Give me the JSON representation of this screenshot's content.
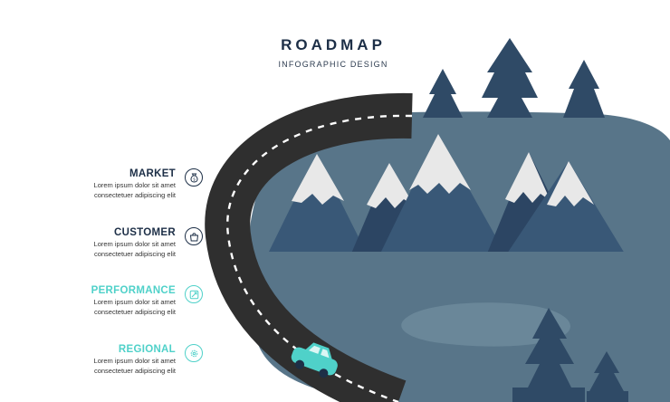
{
  "header": {
    "title": "ROADMAP",
    "subtitle": "INFOGRAPHIC DESIGN"
  },
  "colors": {
    "dark_label": "#1d2f47",
    "accent": "#4fd1c9",
    "road": "#2f2f2f",
    "lake": "#587589",
    "tree": "#2f4a66",
    "mountain_dark": "#2c4563",
    "mountain_mid": "#395877",
    "snow": "#e8e8e8"
  },
  "steps": [
    {
      "label": "MARKET",
      "line1": "Lorem ipsum dolor sit amet",
      "line2": "consectetuer adipiscing elit",
      "icon": "money-bag-icon",
      "color": "#1d2f47"
    },
    {
      "label": "CUSTOMER",
      "line1": "Lorem ipsum dolor sit amet",
      "line2": "consectetuer adipiscing elit",
      "icon": "shopping-bag-icon",
      "color": "#1d2f47"
    },
    {
      "label": "PERFORMANCE",
      "line1": "Lorem ipsum dolor sit amet",
      "line2": "consectetuer adipiscing elit",
      "icon": "growth-chart-icon",
      "color": "#4fd1c9"
    },
    {
      "label": "REGIONAL",
      "line1": "Lorem ipsum dolor sit amet",
      "line2": "consectetuer adipiscing elit",
      "icon": "gear-icon",
      "color": "#4fd1c9"
    }
  ]
}
